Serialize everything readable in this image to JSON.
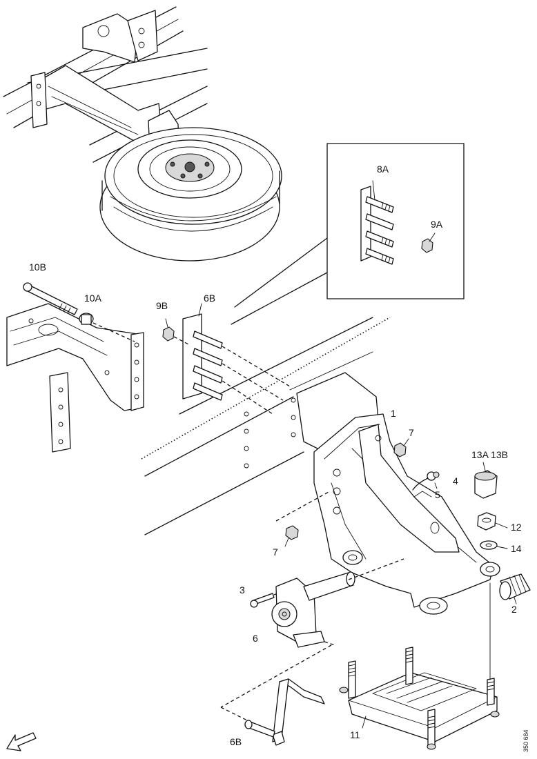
{
  "callouts": {
    "c10B": "10B",
    "c10A": "10A",
    "c9B": "9B",
    "c6B_top": "6B",
    "c8A": "8A",
    "c9A": "9A",
    "c1": "1",
    "c7_top": "7",
    "c13A_13B": "13A 13B",
    "c4": "4",
    "c5": "5",
    "c12": "12",
    "c14": "14",
    "c7_mid": "7",
    "c2": "2",
    "c3": "3",
    "c6": "6",
    "c11": "11",
    "c6B_bottom": "6B"
  },
  "reference_code": "350 684",
  "icons": {
    "direction_arrow": "front-direction-arrow-icon"
  }
}
